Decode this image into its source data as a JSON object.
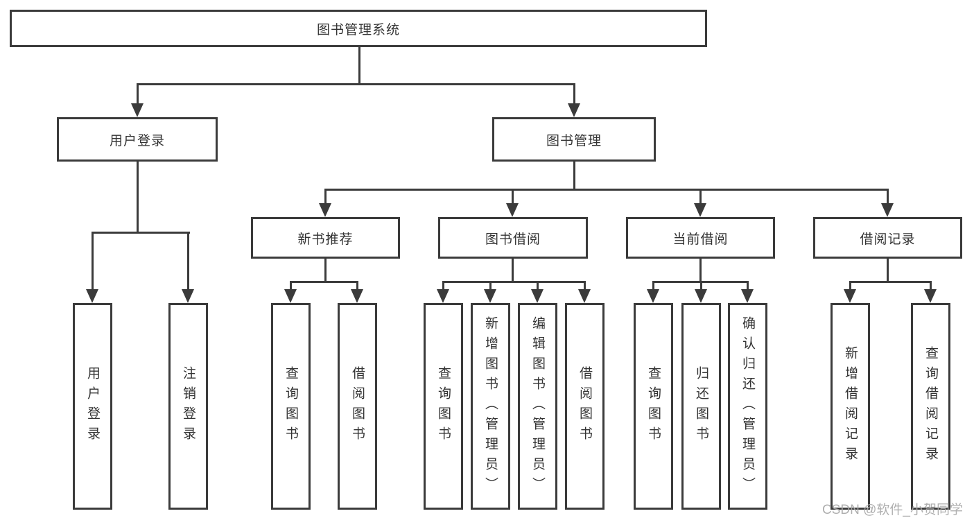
{
  "tree": {
    "label": "图书管理系统",
    "children": [
      {
        "label": "用户登录",
        "children": [
          {
            "label": "用户登录"
          },
          {
            "label": "注销登录"
          }
        ]
      },
      {
        "label": "图书管理",
        "children": [
          {
            "label": "新书推荐",
            "children": [
              {
                "label": "查询图书"
              },
              {
                "label": "借阅图书"
              }
            ]
          },
          {
            "label": "图书借阅",
            "children": [
              {
                "label": "查询图书"
              },
              {
                "label": "新增图书（管理员）"
              },
              {
                "label": "编辑图书（管理员）"
              },
              {
                "label": "借阅图书"
              }
            ]
          },
          {
            "label": "当前借阅",
            "children": [
              {
                "label": "查询图书"
              },
              {
                "label": "归还图书"
              },
              {
                "label": "确认归还（管理员）"
              }
            ]
          },
          {
            "label": "借阅记录",
            "children": [
              {
                "label": "新增借阅记录"
              },
              {
                "label": "查询借阅记录"
              }
            ]
          }
        ]
      }
    ]
  },
  "watermark": {
    "text": "CSDN @软件_小贺同学"
  },
  "colors": {
    "line": "#3b3b3b",
    "box_border": "#3b3b3b",
    "box_background": "#ffffff",
    "text": "#333333",
    "watermark": "#a8a8a8"
  }
}
